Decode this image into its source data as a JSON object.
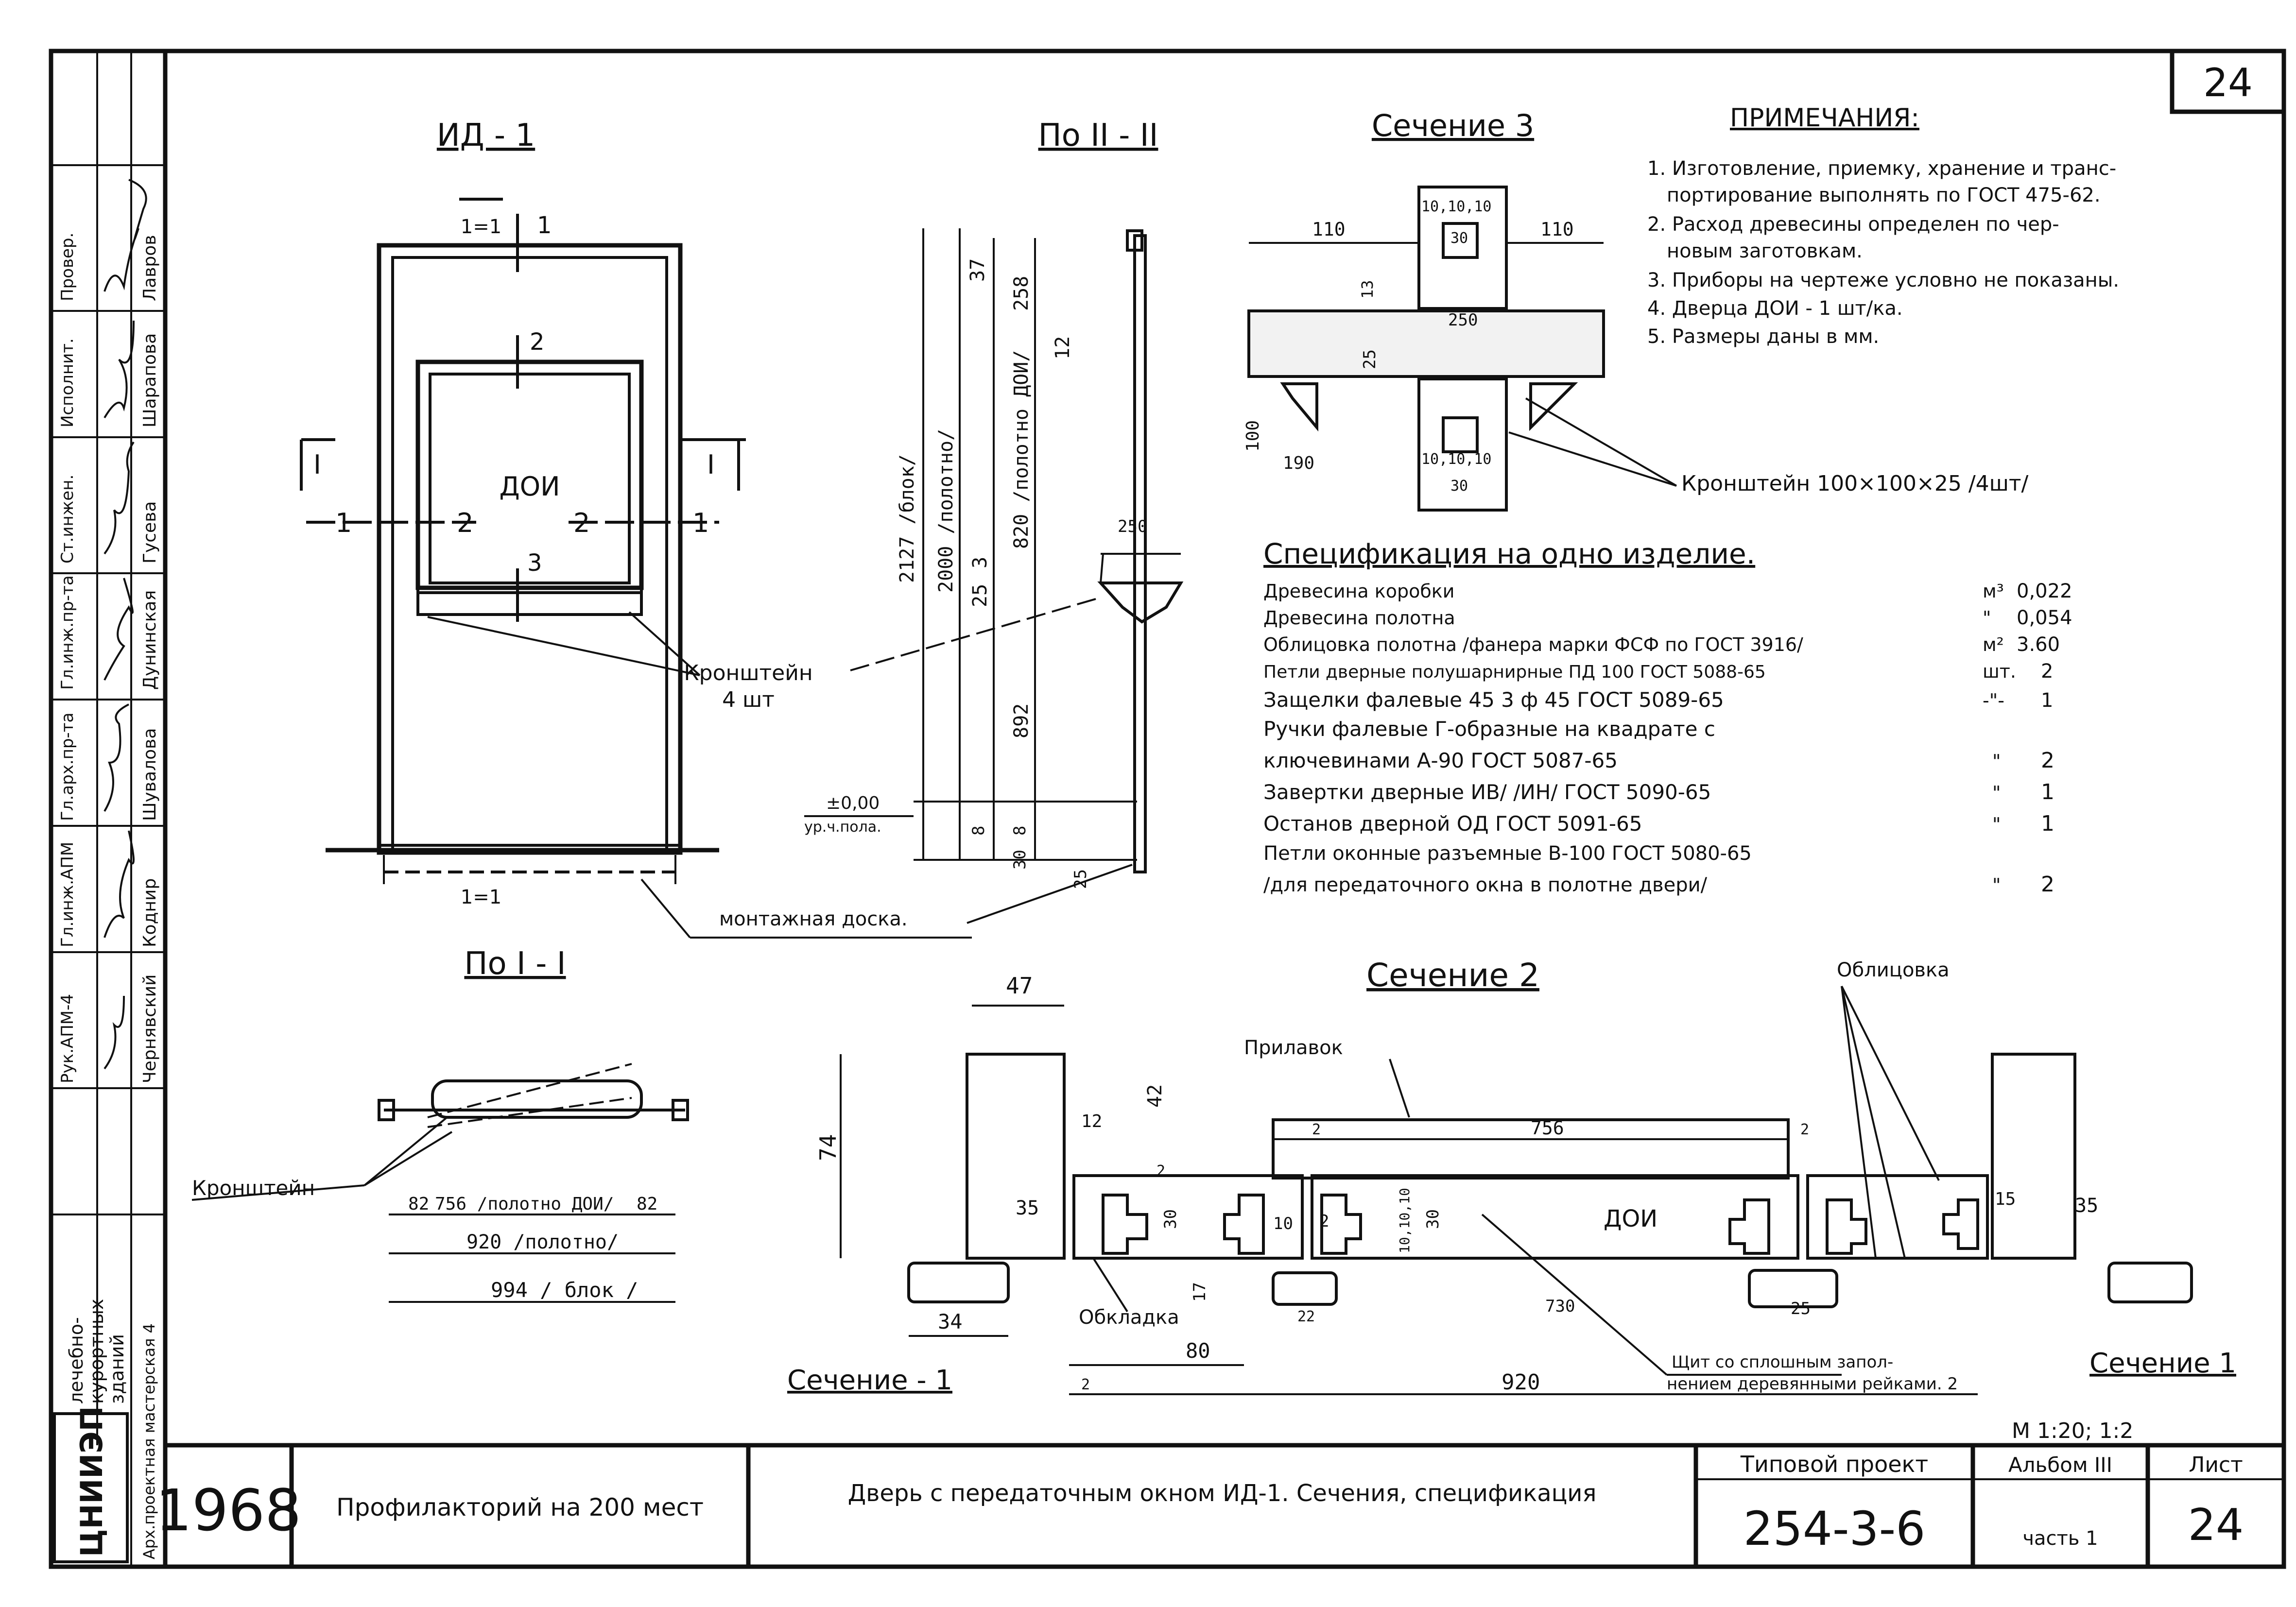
{
  "sheet_number": "24",
  "views": {
    "elevation_title": "ИД - 1",
    "view_2_title": "По II - II",
    "view_1_title": "По I - I",
    "section_3_title": "Сечение 3",
    "section_2_title": "Сечение 2",
    "section_1a_title": "Сечение - 1",
    "section_1b_title": "Сечение 1"
  },
  "elevation_labels": {
    "dimension": "1=1",
    "window": "ДОИ",
    "cut_1": "1",
    "cut_2": "2",
    "cut_3": "3",
    "cut_roman": "I",
    "bracket_label": "Кронштейн",
    "bracket_count": "4 шт",
    "mounting_board": "монтажная доска."
  },
  "view2_dims": [
    "37",
    "258",
    "12",
    "2127 /блок/",
    "2000 /полотно/",
    "25",
    "3",
    "820 /полотно ДОИ/",
    "892",
    "8",
    "8",
    "30",
    "25",
    "250"
  ],
  "level_labels": [
    "±0,00",
    "ур.ч.пола."
  ],
  "section3_dims": [
    "110",
    "110",
    "10,10,10",
    "30",
    "13",
    "250",
    "25",
    "100",
    "190",
    "10,10,10",
    "30"
  ],
  "section3_bracket": "Кронштейн 100×100×25 /4шт/",
  "view1_dims": [
    "82",
    "756 /полотно ДОИ/",
    "82",
    "920 /полотно/",
    "994 / блок /"
  ],
  "view1_bracket": "Кронштейн",
  "notes": {
    "title": "ПРИМЕЧАНИЯ:",
    "items": [
      "1. Изготовление, приемку, хранение и транс-",
      "портирование выполнять по ГОСТ 475-62.",
      "2. Расход древесины определен по чер-",
      "новым заготовкам.",
      "3. Приборы на чертеже условно не показаны.",
      "4. Дверца ДОИ - 1 шт/ка.",
      "5. Размеры даны в мм."
    ]
  },
  "spec": {
    "title": "Спецификация на одно изделие.",
    "rows": [
      {
        "name": "Древесина коробки",
        "unit": "м³",
        "qty": "0,022"
      },
      {
        "name": "Древесина полотна",
        "unit": "\"",
        "qty": "0,054"
      },
      {
        "name": "Облицовка полотна /фанера марки ФСФ по ГОСТ 3916/",
        "unit": "м²",
        "qty": "3.60"
      },
      {
        "name": "Петли дверные полушарнирные ПД 100 ГОСТ 5088-65",
        "unit": "шт.",
        "qty": "2"
      },
      {
        "name": "Защелки фалевые 45 3 ф 45 ГОСТ 5089-65",
        "unit": "-\"-",
        "qty": "1"
      },
      {
        "name": "Ручки фалевые Г-образные на квадрате с",
        "unit": "",
        "qty": ""
      },
      {
        "name": "ключевинами А-90 ГОСТ 5087-65",
        "unit": "\"",
        "qty": "2"
      },
      {
        "name": "Завертки дверные ИВ/ /ИН/ ГОСТ 5090-65",
        "unit": "\"",
        "qty": "1"
      },
      {
        "name": "Останов дверной ОД ГОСТ 5091-65",
        "unit": "\"",
        "qty": "1"
      },
      {
        "name": "Петли оконные разъемные В-100 ГОСТ 5080-65",
        "unit": "",
        "qty": ""
      },
      {
        "name": "/для передаточного окна в полотне двери/",
        "unit": "\"",
        "qty": "2"
      }
    ]
  },
  "section2": {
    "labels": [
      "Прилавок",
      "Облицовка",
      "Обкладка",
      "ДОИ",
      "Щит со сплошным запол-",
      "нением деревянными рейками. 2"
    ],
    "dims": [
      "47",
      "74",
      "12",
      "42",
      "35",
      "2",
      "30",
      "10",
      "2",
      "10,10,10",
      "30",
      "756",
      "2",
      "2",
      "15",
      "35",
      "34",
      "17",
      "22",
      "80",
      "730",
      "25",
      "2",
      "920"
    ],
    "scale": "М 1:20; 1:2"
  },
  "left_stamp": {
    "roles": [
      "Провер.",
      "Исполнит.",
      "Ст.инжен.",
      "Гл.инж.пр-та",
      "Гл.арх.пр-та",
      "Гл.инж.АПМ",
      "Рук.АПМ-4"
    ],
    "names": [
      "Лавров",
      "Шарапова",
      "Гусева",
      "Дунинская",
      "Шувалова",
      "Коднир",
      "Чернявский"
    ],
    "org_1": "лечебно-",
    "org_2": "курортных",
    "org_3": "зданий",
    "workshop": "Арх.проектная мастерская 4",
    "logo": "ЦНИИЭП"
  },
  "title_block": {
    "year": "1968",
    "object": "Профилакторий на 200 мест",
    "sheet_title": "Дверь с передаточным окном ИД-1. Сечения, спецификация",
    "project_label": "Типовой проект",
    "project_number": "254-3-6",
    "album_label": "Альбом III",
    "part_label": "часть 1",
    "sheet_label": "Лист",
    "sheet_number": "24"
  }
}
